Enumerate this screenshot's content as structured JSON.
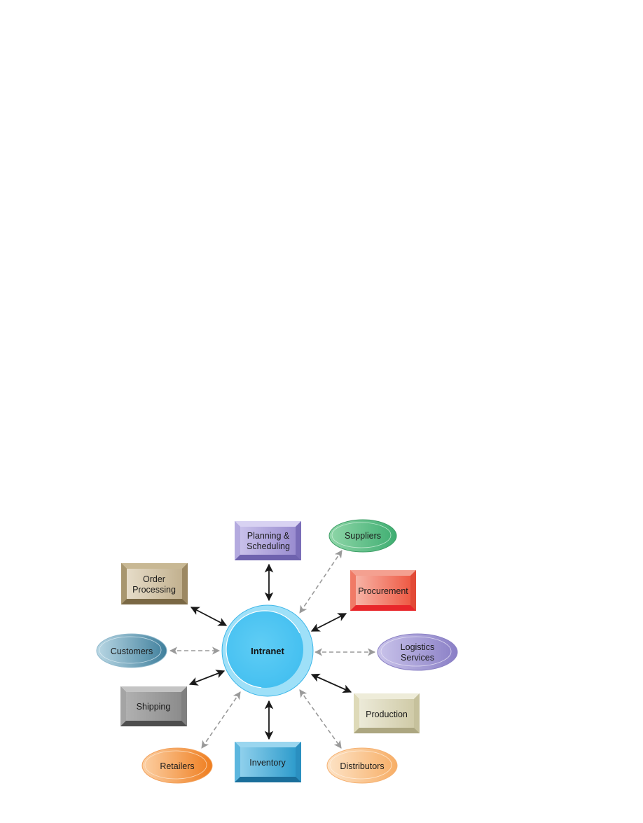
{
  "diagram": {
    "center": {
      "label": "Intranet",
      "color": "#55c8f2"
    },
    "internal_nodes": [
      {
        "id": "planning",
        "label_line1": "Planning &",
        "label_line2": "Scheduling",
        "shape": "beveled-box",
        "color": "#9c8fcf"
      },
      {
        "id": "order",
        "label_line1": "Order",
        "label_line2": "Processing",
        "shape": "beveled-box",
        "color": "#b5a27f"
      },
      {
        "id": "procurement",
        "label_line1": "Procurement",
        "label_line2": "",
        "shape": "beveled-box",
        "color": "#ee6a56"
      },
      {
        "id": "shipping",
        "label_line1": "Shipping",
        "label_line2": "",
        "shape": "beveled-box",
        "color": "#9a9a9a"
      },
      {
        "id": "production",
        "label_line1": "Production",
        "label_line2": "",
        "shape": "beveled-box",
        "color": "#d4d0b2"
      },
      {
        "id": "inventory",
        "label_line1": "Inventory",
        "label_line2": "",
        "shape": "beveled-box",
        "color": "#3aa6d2"
      }
    ],
    "external_nodes": [
      {
        "id": "suppliers",
        "label_line1": "Suppliers",
        "label_line2": "",
        "shape": "ellipse",
        "color": "#62c08a"
      },
      {
        "id": "customers",
        "label_line1": "Customers",
        "label_line2": "",
        "shape": "ellipse",
        "color": "#6ea6bf"
      },
      {
        "id": "logistics",
        "label_line1": "Logistics",
        "label_line2": "Services",
        "shape": "ellipse",
        "color": "#9c93d0"
      },
      {
        "id": "retailers",
        "label_line1": "Retailers",
        "label_line2": "",
        "shape": "ellipse",
        "color": "#f59a4a"
      },
      {
        "id": "distributors",
        "label_line1": "Distributors",
        "label_line2": "",
        "shape": "ellipse",
        "color": "#f8c28a"
      }
    ],
    "connections": [
      {
        "from": "Intranet",
        "to": "Planning & Scheduling",
        "style": "solid-bidirectional"
      },
      {
        "from": "Intranet",
        "to": "Order Processing",
        "style": "solid-bidirectional"
      },
      {
        "from": "Intranet",
        "to": "Procurement",
        "style": "solid-bidirectional"
      },
      {
        "from": "Intranet",
        "to": "Shipping",
        "style": "solid-bidirectional"
      },
      {
        "from": "Intranet",
        "to": "Production",
        "style": "solid-bidirectional"
      },
      {
        "from": "Intranet",
        "to": "Inventory",
        "style": "solid-bidirectional"
      },
      {
        "from": "Intranet",
        "to": "Suppliers",
        "style": "dashed-bidirectional"
      },
      {
        "from": "Intranet",
        "to": "Customers",
        "style": "dashed-bidirectional"
      },
      {
        "from": "Intranet",
        "to": "Logistics Services",
        "style": "dashed-bidirectional"
      },
      {
        "from": "Intranet",
        "to": "Retailers",
        "style": "dashed-bidirectional"
      },
      {
        "from": "Intranet",
        "to": "Distributors",
        "style": "dashed-bidirectional"
      }
    ]
  }
}
